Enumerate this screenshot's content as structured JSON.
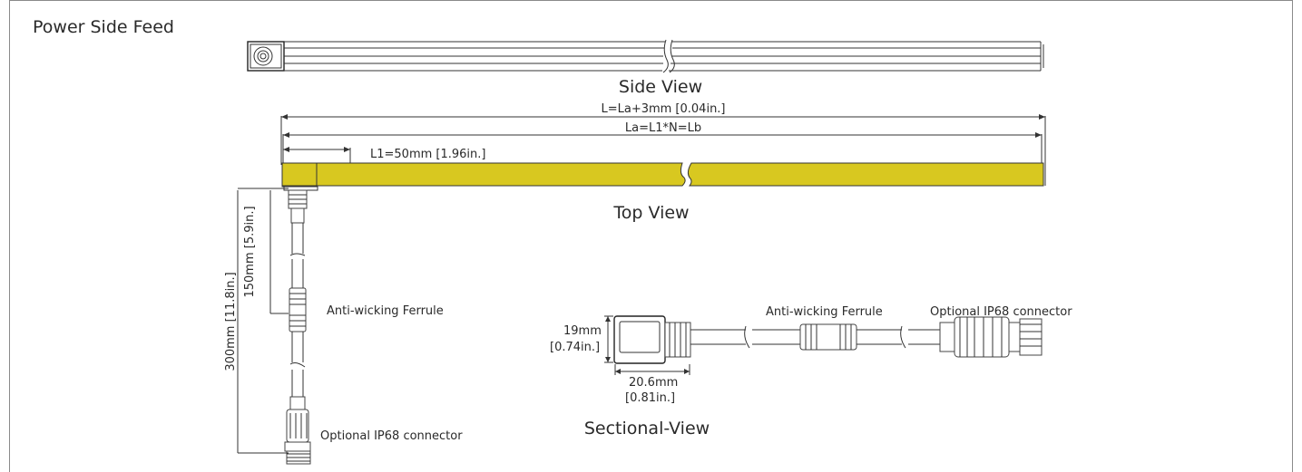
{
  "heading": "Power Side Feed",
  "views": {
    "side": "Side View",
    "top": "Top View",
    "sectional": "Sectional-View"
  },
  "dimensions": {
    "total_length": "L=La+3mm [0.04in.]",
    "active_length": "La=L1*N=Lb",
    "unit_length": "L1=50mm [1.96in.]",
    "cable_short": "150mm [5.9in.]",
    "cable_long": "300mm [11.8in.]",
    "height_mm": "19mm",
    "height_in": "[0.74in.]",
    "width_mm": "20.6mm",
    "width_in": "[0.81in.]"
  },
  "labels": {
    "ferrule_top": "Anti-wicking Ferrule",
    "connector_top": "Optional IP68 connector",
    "ferrule_section": "Anti-wicking Ferrule",
    "connector_section": "Optional IP68 connector"
  },
  "colors": {
    "strip_fill": "#d8c820",
    "line": "#333333",
    "frame": "#8a8a8a"
  }
}
